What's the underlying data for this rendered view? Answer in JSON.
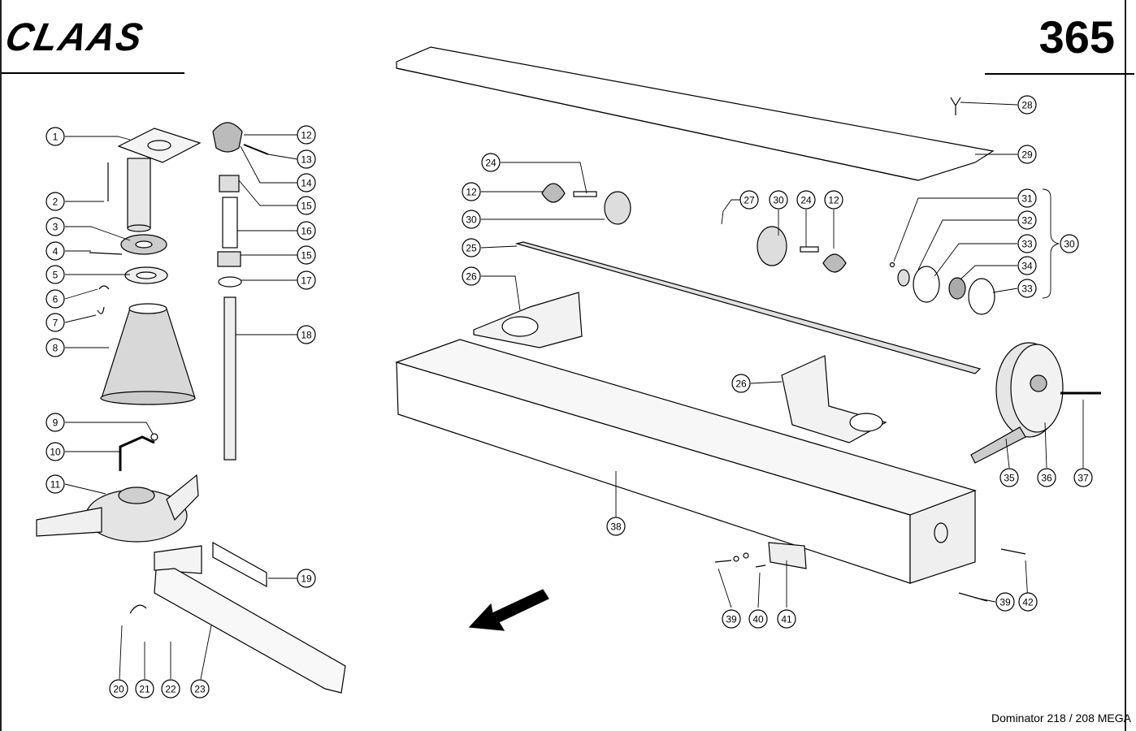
{
  "header": {
    "brand": "CLAAS",
    "page_number": "365"
  },
  "footer": {
    "model": "Dominator 218 / 208 MEGA"
  },
  "callouts": [
    {
      "id": "c1",
      "label": "1"
    },
    {
      "id": "c2",
      "label": "2"
    },
    {
      "id": "c3",
      "label": "3"
    },
    {
      "id": "c4",
      "label": "4"
    },
    {
      "id": "c5",
      "label": "5"
    },
    {
      "id": "c6",
      "label": "6"
    },
    {
      "id": "c7",
      "label": "7"
    },
    {
      "id": "c8",
      "label": "8"
    },
    {
      "id": "c9",
      "label": "9"
    },
    {
      "id": "c10",
      "label": "10"
    },
    {
      "id": "c11",
      "label": "11"
    },
    {
      "id": "c12a",
      "label": "12"
    },
    {
      "id": "c13",
      "label": "13"
    },
    {
      "id": "c14",
      "label": "14"
    },
    {
      "id": "c15a",
      "label": "15"
    },
    {
      "id": "c16",
      "label": "16"
    },
    {
      "id": "c15b",
      "label": "15"
    },
    {
      "id": "c17",
      "label": "17"
    },
    {
      "id": "c18",
      "label": "18"
    },
    {
      "id": "c19",
      "label": "19"
    },
    {
      "id": "c20",
      "label": "20"
    },
    {
      "id": "c21",
      "label": "21"
    },
    {
      "id": "c22",
      "label": "22"
    },
    {
      "id": "c23",
      "label": "23"
    },
    {
      "id": "c24a",
      "label": "24"
    },
    {
      "id": "c12b",
      "label": "12"
    },
    {
      "id": "c30a",
      "label": "30"
    },
    {
      "id": "c25",
      "label": "25"
    },
    {
      "id": "c26a",
      "label": "26"
    },
    {
      "id": "c27",
      "label": "27"
    },
    {
      "id": "c30b",
      "label": "30"
    },
    {
      "id": "c24b",
      "label": "24"
    },
    {
      "id": "c12c",
      "label": "12"
    },
    {
      "id": "c28",
      "label": "28"
    },
    {
      "id": "c29",
      "label": "29"
    },
    {
      "id": "c31",
      "label": "31"
    },
    {
      "id": "c32",
      "label": "32"
    },
    {
      "id": "c33a",
      "label": "33"
    },
    {
      "id": "c34",
      "label": "34"
    },
    {
      "id": "c33b",
      "label": "33"
    },
    {
      "id": "c30c",
      "label": "30"
    },
    {
      "id": "c26b",
      "label": "26"
    },
    {
      "id": "c35",
      "label": "35"
    },
    {
      "id": "c36",
      "label": "36"
    },
    {
      "id": "c37",
      "label": "37"
    },
    {
      "id": "c38",
      "label": "38"
    },
    {
      "id": "c39a",
      "label": "39"
    },
    {
      "id": "c40",
      "label": "40"
    },
    {
      "id": "c41",
      "label": "41"
    },
    {
      "id": "c39b",
      "label": "39"
    },
    {
      "id": "c42",
      "label": "42"
    }
  ]
}
